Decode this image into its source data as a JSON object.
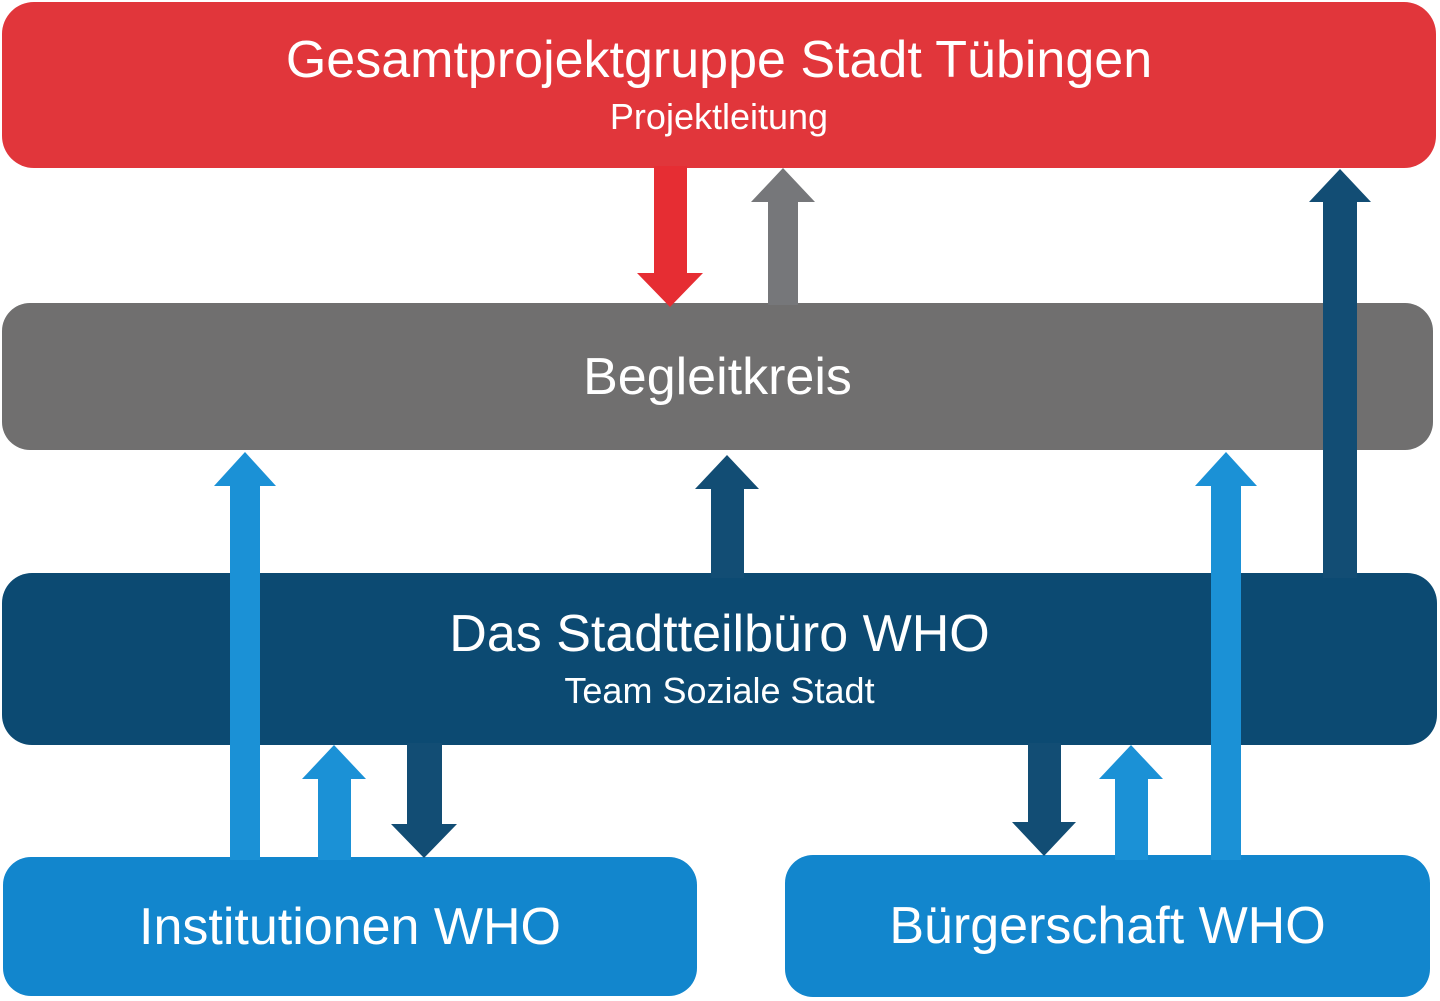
{
  "diagram": {
    "type": "organization-flow-diagram",
    "boxes": {
      "gesamtprojektgruppe": {
        "title": "Gesamtprojektgruppe Stadt Tübingen",
        "subtitle": "Projektleitung",
        "color": "#e1363b"
      },
      "begleitkreis": {
        "title": "Begleitkreis",
        "color": "#706f6f"
      },
      "stadtteilbuero": {
        "title": "Das Stadtteilbüro WHO",
        "subtitle": "Team Soziale Stadt",
        "color": "#0c4a72"
      },
      "institutionen": {
        "title": "Institutionen WHO",
        "color": "#1286cd"
      },
      "buergerschaft": {
        "title": "Bürgerschaft WHO",
        "color": "#1286cd"
      }
    },
    "arrows": [
      {
        "id": "projektleitung-to-begleitkreis",
        "direction": "down",
        "color": "#e62d33"
      },
      {
        "id": "begleitkreis-to-projektleitung",
        "direction": "up",
        "color": "#76777a"
      },
      {
        "id": "stadtteilbuero-to-projektleitung",
        "direction": "up",
        "color": "#124d74"
      },
      {
        "id": "stadtteilbuero-to-begleitkreis",
        "direction": "up",
        "color": "#124d74"
      },
      {
        "id": "institutionen-to-begleitkreis",
        "direction": "up",
        "color": "#1b91d6"
      },
      {
        "id": "institutionen-to-stadtteilbuero",
        "direction": "up",
        "color": "#1b91d6"
      },
      {
        "id": "stadtteilbuero-to-institutionen",
        "direction": "down",
        "color": "#124d74"
      },
      {
        "id": "stadtteilbuero-to-buergerschaft",
        "direction": "down",
        "color": "#124d74"
      },
      {
        "id": "buergerschaft-to-stadtteilbuero",
        "direction": "up",
        "color": "#1b91d6"
      },
      {
        "id": "buergerschaft-to-begleitkreis",
        "direction": "up",
        "color": "#1b91d6"
      }
    ],
    "colors": {
      "red": "#e1363b",
      "gray": "#706f6f",
      "navy": "#0c4a72",
      "light_blue_box": "#1286cd",
      "light_blue_arrow": "#1b91d6",
      "text": "#ffffff",
      "background": "#ffffff"
    }
  }
}
